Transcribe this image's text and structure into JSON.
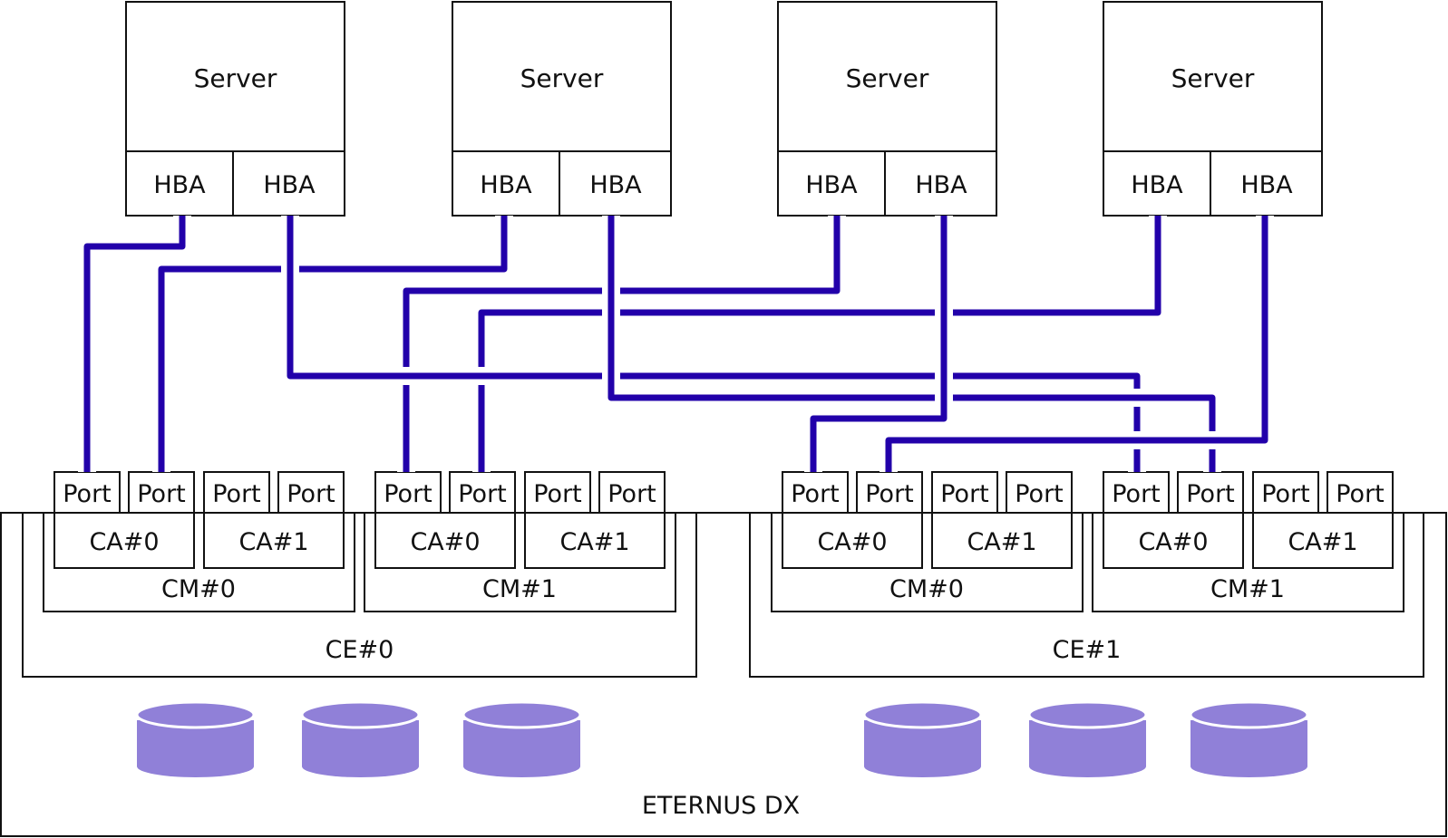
{
  "diagram": {
    "title": "ETERNUS DX",
    "line_color": "#2200aa",
    "disk_color": "#9080d8",
    "servers": [
      {
        "label": "Server",
        "hbas": [
          "HBA",
          "HBA"
        ]
      },
      {
        "label": "Server",
        "hbas": [
          "HBA",
          "HBA"
        ]
      },
      {
        "label": "Server",
        "hbas": [
          "HBA",
          "HBA"
        ]
      },
      {
        "label": "Server",
        "hbas": [
          "HBA",
          "HBA"
        ]
      }
    ],
    "enclosures": [
      {
        "label": "CE#0",
        "modules": [
          {
            "label": "CM#0",
            "adapters": [
              {
                "label": "CA#0",
                "ports": [
                  "Port",
                  "Port"
                ]
              },
              {
                "label": "CA#1",
                "ports": [
                  "Port",
                  "Port"
                ]
              }
            ]
          },
          {
            "label": "CM#1",
            "adapters": [
              {
                "label": "CA#0",
                "ports": [
                  "Port",
                  "Port"
                ]
              },
              {
                "label": "CA#1",
                "ports": [
                  "Port",
                  "Port"
                ]
              }
            ]
          }
        ],
        "disks": 3
      },
      {
        "label": "CE#1",
        "modules": [
          {
            "label": "CM#0",
            "adapters": [
              {
                "label": "CA#0",
                "ports": [
                  "Port",
                  "Port"
                ]
              },
              {
                "label": "CA#1",
                "ports": [
                  "Port",
                  "Port"
                ]
              }
            ]
          },
          {
            "label": "CM#1",
            "adapters": [
              {
                "label": "CA#0",
                "ports": [
                  "Port",
                  "Port"
                ]
              },
              {
                "label": "CA#1",
                "ports": [
                  "Port",
                  "Port"
                ]
              }
            ]
          }
        ],
        "disks": 3
      }
    ],
    "connections": [
      {
        "from": "Server1.HBA1",
        "to": "CE#0.CM#0.CA#0.Port0"
      },
      {
        "from": "Server2.HBA1",
        "to": "CE#0.CM#0.CA#0.Port1"
      },
      {
        "from": "Server3.HBA1",
        "to": "CE#0.CM#1.CA#0.Port0"
      },
      {
        "from": "Server4.HBA1",
        "to": "CE#0.CM#1.CA#0.Port1"
      },
      {
        "from": "Server1.HBA2",
        "to": "CE#1.CM#1.CA#0.Port0"
      },
      {
        "from": "Server2.HBA2",
        "to": "CE#1.CM#1.CA#0.Port1"
      },
      {
        "from": "Server3.HBA2",
        "to": "CE#1.CM#0.CA#0.Port0"
      },
      {
        "from": "Server4.HBA2",
        "to": "CE#1.CM#0.CA#0.Port1"
      }
    ]
  }
}
